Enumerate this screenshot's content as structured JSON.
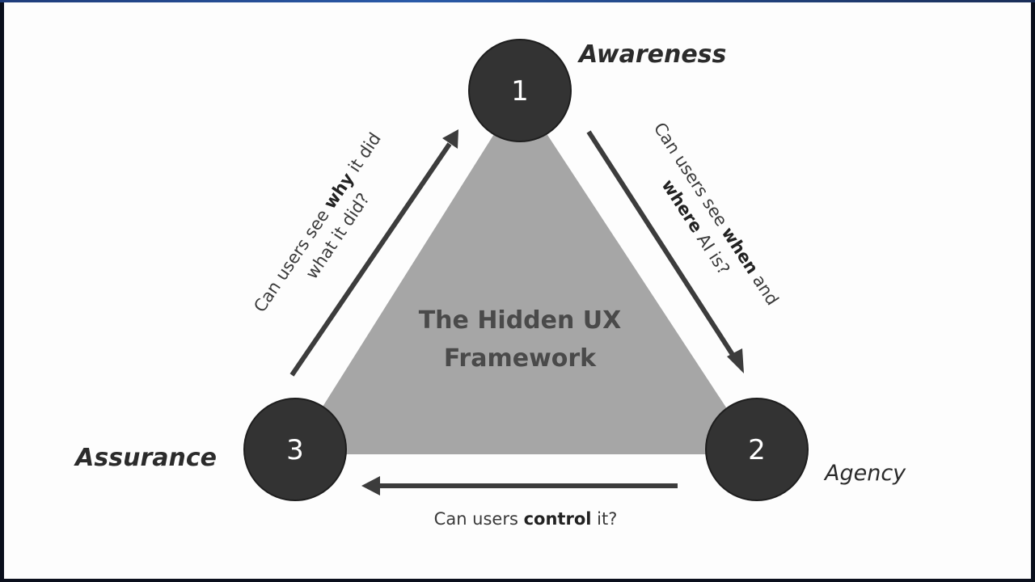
{
  "title": {
    "line1": "The Hidden UX",
    "line2": "Framework"
  },
  "vertices": [
    {
      "number": "1",
      "label": "Awareness"
    },
    {
      "number": "2",
      "label": "Agency"
    },
    {
      "number": "3",
      "label": "Assurance"
    }
  ],
  "questions": {
    "awareness_to_agency": {
      "line1_pre": "Can users see ",
      "line1_bold": "when",
      "line1_post": " and",
      "line2_bold": "where",
      "line2_post": " AI is?"
    },
    "agency_to_assurance": {
      "pre": "Can users ",
      "bold": "control",
      "post": " it?"
    },
    "assurance_to_awareness": {
      "line1_pre": "Can users see ",
      "line1_bold": "why",
      "line1_post": " it did",
      "line2": "what it did?"
    }
  },
  "colors": {
    "triangle": "#a6a6a6",
    "circle": "#333333",
    "arrow": "#3c3c3c"
  }
}
